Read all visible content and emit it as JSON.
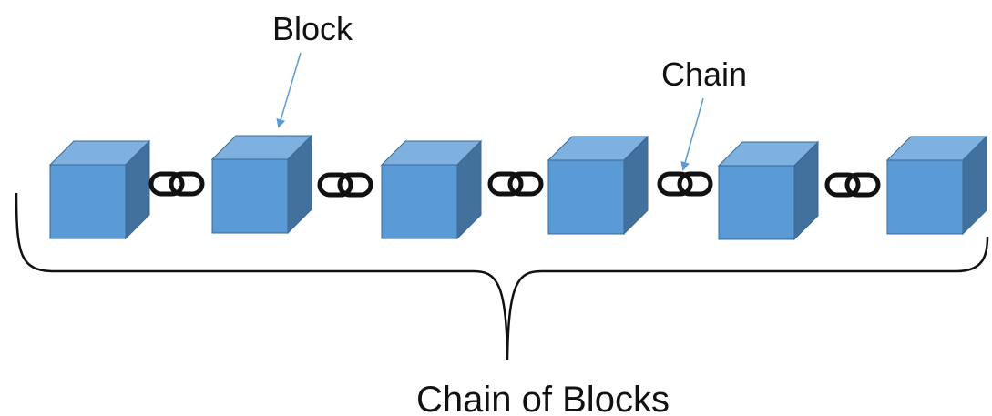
{
  "labels": {
    "block": "Block",
    "chain": "Chain",
    "chain_of_blocks": "Chain of Blocks"
  },
  "diagram": {
    "block_count": 6,
    "link_count": 5
  },
  "colors": {
    "cube_front": "#5b9bd5",
    "cube_top": "#7fb1e0",
    "cube_side": "#41719c",
    "cube_edge": "#3a6a96",
    "arrow": "#5b9bd5",
    "link": "#111111",
    "brace": "#111111"
  }
}
